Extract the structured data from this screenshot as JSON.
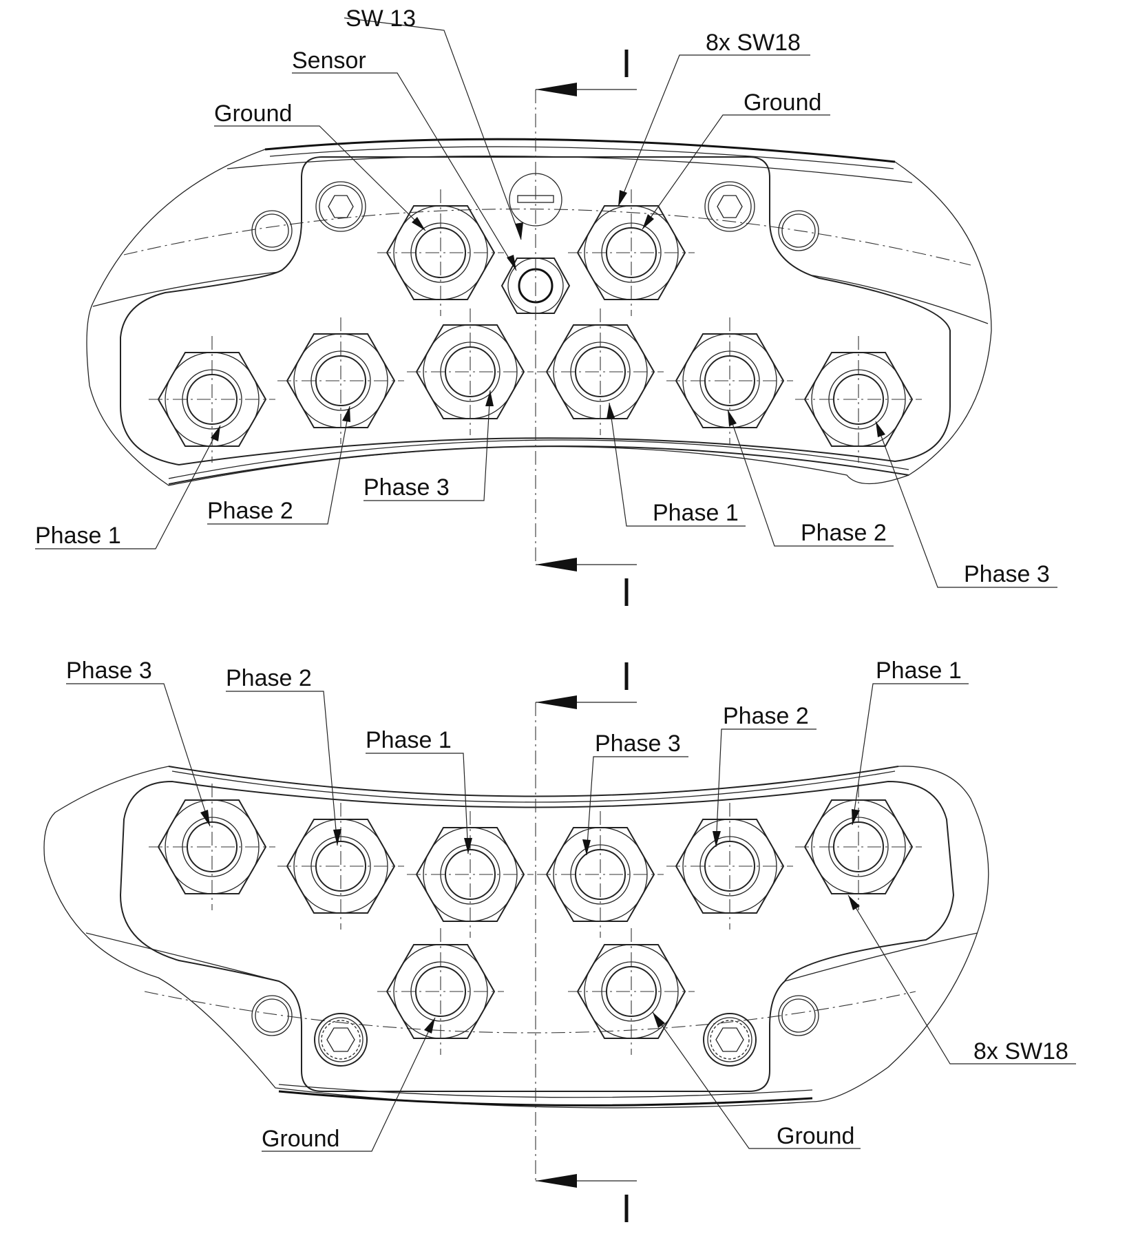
{
  "top_view": {
    "labels": {
      "sw13": "SW 13",
      "sensor": "Sensor",
      "ground_left": "Ground",
      "sw18": "8x SW18",
      "ground_right": "Ground",
      "l_phase1": "Phase 1",
      "l_phase2": "Phase 2",
      "l_phase3": "Phase 3",
      "r_phase1": "Phase 1",
      "r_phase2": "Phase 2",
      "r_phase3": "Phase 3"
    },
    "section_mark": "I",
    "section_mark_bottom": "I"
  },
  "bottom_view": {
    "labels": {
      "phase3_left": "Phase 3",
      "phase2_left": "Phase 2",
      "phase1_left": "Phase 1",
      "phase3_right": "Phase 3",
      "phase2_right": "Phase 2",
      "phase1_right": "Phase 1",
      "sw18": "8x SW18",
      "ground_left": "Ground",
      "ground_right": "Ground"
    },
    "section_mark": "I",
    "section_mark_bottom": "I"
  }
}
